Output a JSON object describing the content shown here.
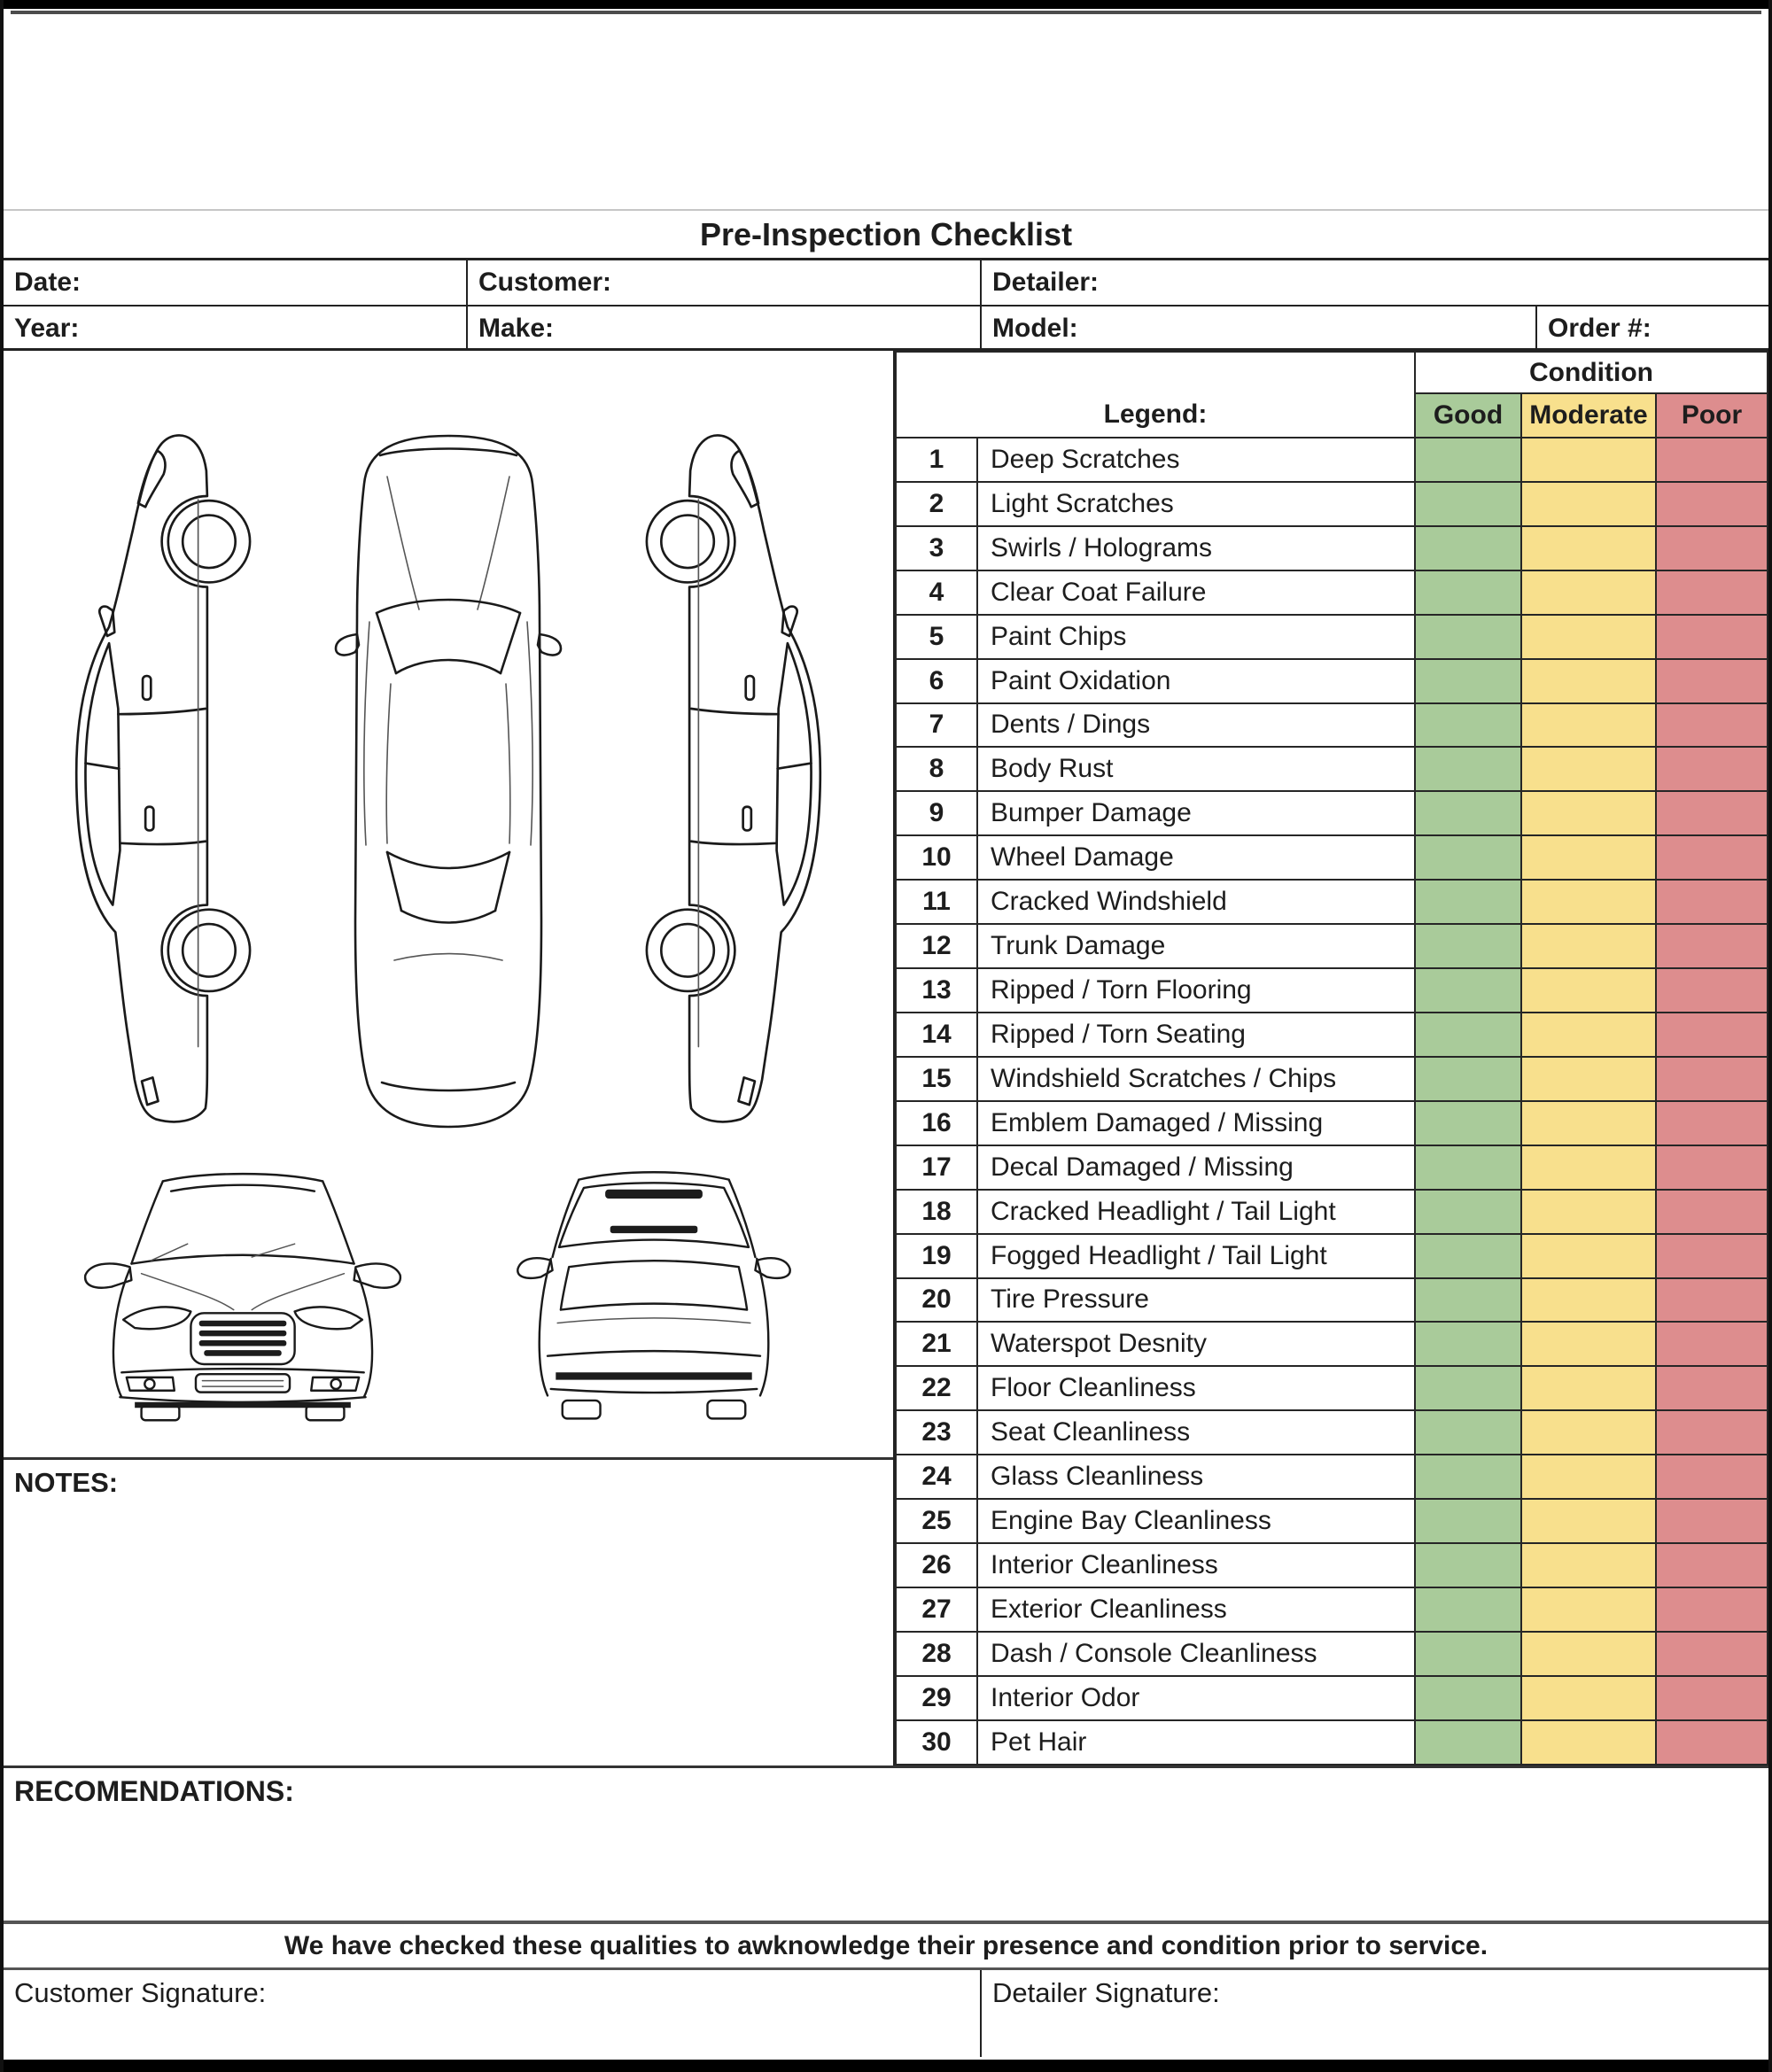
{
  "page": {
    "title": "Pre-Inspection Checklist"
  },
  "fields": {
    "date_label": "Date:",
    "customer_label": "Customer:",
    "detailer_label": "Detailer:",
    "year_label": "Year:",
    "make_label": "Make:",
    "model_label": "Model:",
    "order_label": "Order #:"
  },
  "checklist": {
    "legend_label": "Legend:",
    "condition_label": "Condition",
    "columns": [
      "Good",
      "Moderate",
      "Poor"
    ],
    "colors": {
      "good": "#a9cb9a",
      "moderate": "#f8e08d",
      "poor": "#dd8d8e"
    },
    "items": [
      {
        "num": "1",
        "label": "Deep Scratches"
      },
      {
        "num": "2",
        "label": "Light Scratches"
      },
      {
        "num": "3",
        "label": "Swirls / Holograms"
      },
      {
        "num": "4",
        "label": "Clear Coat Failure"
      },
      {
        "num": "5",
        "label": "Paint Chips"
      },
      {
        "num": "6",
        "label": "Paint Oxidation"
      },
      {
        "num": "7",
        "label": "Dents / Dings"
      },
      {
        "num": "8",
        "label": "Body Rust"
      },
      {
        "num": "9",
        "label": "Bumper Damage"
      },
      {
        "num": "10",
        "label": "Wheel Damage"
      },
      {
        "num": "11",
        "label": "Cracked Windshield"
      },
      {
        "num": "12",
        "label": "Trunk Damage"
      },
      {
        "num": "13",
        "label": "Ripped / Torn Flooring"
      },
      {
        "num": "14",
        "label": "Ripped / Torn Seating"
      },
      {
        "num": "15",
        "label": "Windshield Scratches / Chips"
      },
      {
        "num": "16",
        "label": "Emblem Damaged / Missing"
      },
      {
        "num": "17",
        "label": "Decal Damaged / Missing"
      },
      {
        "num": "18",
        "label": "Cracked Headlight / Tail Light"
      },
      {
        "num": "19",
        "label": "Fogged Headlight / Tail Light"
      },
      {
        "num": "20",
        "label": "Tire Pressure"
      },
      {
        "num": "21",
        "label": "Waterspot Desnity"
      },
      {
        "num": "22",
        "label": "Floor Cleanliness"
      },
      {
        "num": "23",
        "label": "Seat Cleanliness"
      },
      {
        "num": "24",
        "label": "Glass Cleanliness"
      },
      {
        "num": "25",
        "label": "Engine Bay Cleanliness"
      },
      {
        "num": "26",
        "label": "Interior Cleanliness"
      },
      {
        "num": "27",
        "label": "Exterior Cleanliness"
      },
      {
        "num": "28",
        "label": "Dash / Console Cleanliness"
      },
      {
        "num": "29",
        "label": "Interior Odor"
      },
      {
        "num": "30",
        "label": "Pet Hair"
      }
    ]
  },
  "notes_label": "NOTES:",
  "recommendations_label": "RECOMENDATIONS:",
  "statement": "We have checked these qualities to awknowledge their presence and condition prior to service.",
  "signatures": {
    "customer_label": "Customer Signature:",
    "detailer_label": "Detailer Signature:"
  }
}
